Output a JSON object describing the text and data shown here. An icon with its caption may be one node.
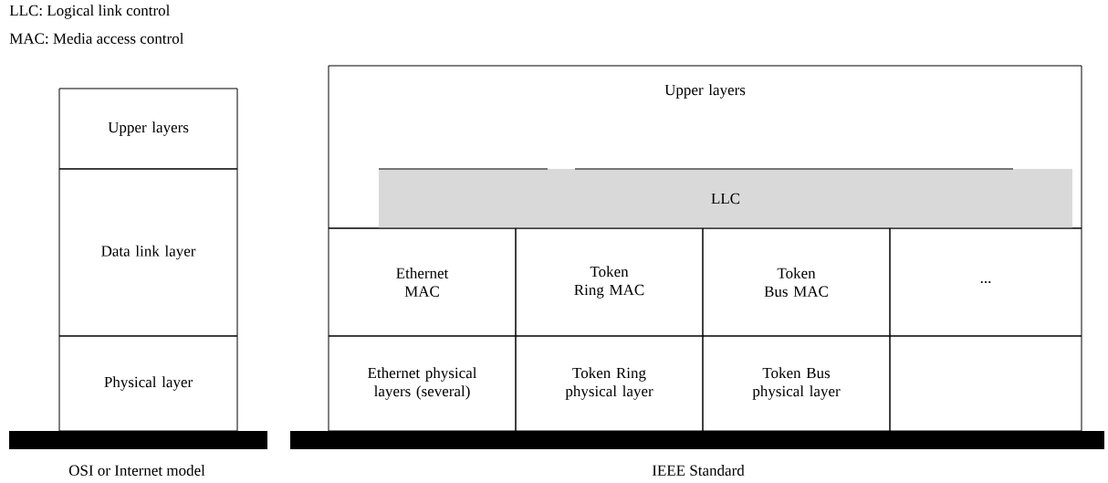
{
  "diagram": {
    "nodes": [
      {
        "text": [
          "Upper layers"
        ]
      },
      {
        "text": [
          "Data link layer"
        ]
      },
      {
        "text": [
          "Physical layer"
        ]
      },
      {
        "text": [
          "Upper layers"
        ]
      },
      {
        "text": [
          "LLC"
        ],
        "in": 3
      },
      {
        "text": [
          "Ethernet MAC"
        ]
      },
      {
        "text": [
          "Token Ring MAC"
        ]
      },
      {
        "text": [
          "Token Bus MAC"
        ]
      },
      {
        "text": [
          "..."
        ]
      },
      {
        "text": [
          "Ethernet physical layers (several)"
        ]
      },
      {
        "text": [
          "Token Ring physical layer"
        ]
      },
      {
        "text": [
          "Token Bus physical layer"
        ]
      },
      {
        "text": [],
        "shape": "box"
      }
    ],
    "labels": [
      "LLC: Logical link control",
      "MAC: Media access control",
      "OSI or Internet model",
      "IEEE Standard"
    ]
  }
}
